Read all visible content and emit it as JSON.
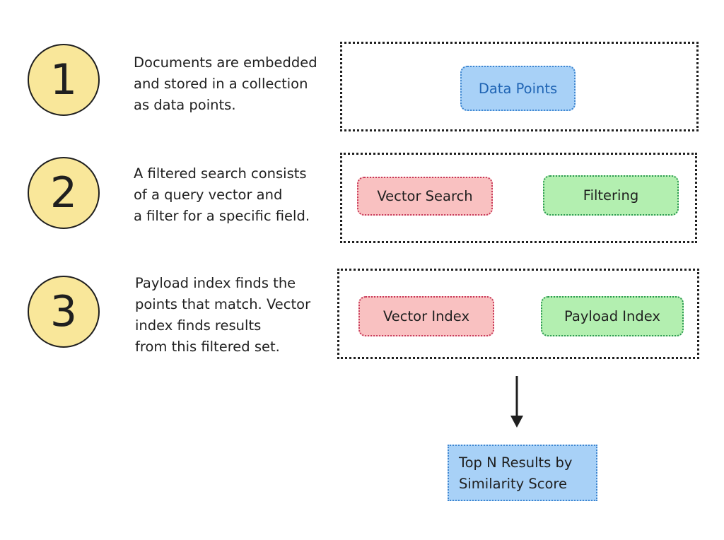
{
  "steps": [
    {
      "number": "1",
      "lines": [
        "Documents are embedded",
        "and stored in a collection",
        "as data points."
      ],
      "nodes": [
        {
          "label": "Data Points",
          "color": "#a8d1f7"
        }
      ]
    },
    {
      "number": "2",
      "lines": [
        "A filtered search consists",
        "of a query vector and",
        "a filter for a specific field."
      ],
      "nodes": [
        {
          "label": "Vector Search",
          "color": "#f9c1c1"
        },
        {
          "label": "Filtering",
          "color": "#b3efb0"
        }
      ]
    },
    {
      "number": "3",
      "lines": [
        "Payload index finds the",
        "points that match. Vector",
        "index finds results",
        "from this filtered set."
      ],
      "nodes": [
        {
          "label": "Vector Index",
          "color": "#f9c1c1"
        },
        {
          "label": "Payload Index",
          "color": "#b3efb0"
        }
      ]
    }
  ],
  "result": {
    "lines": [
      "Top N Results by",
      "Similarity Score"
    ],
    "color": "#a8d1f7"
  },
  "colors": {
    "circle_fill": "#f9e79a",
    "outline": "#1f1f1f",
    "blue_border": "#3f86d0",
    "red_border": "#c83a5a",
    "green_border": "#2d9a52"
  }
}
